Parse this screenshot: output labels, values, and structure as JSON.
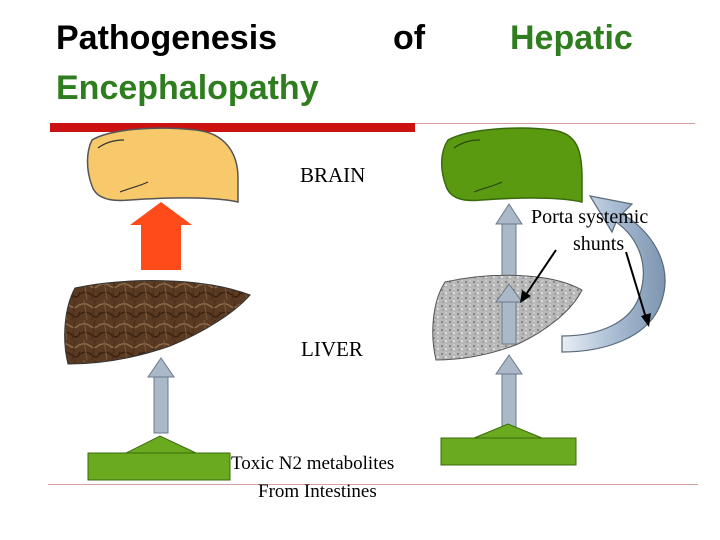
{
  "title": {
    "word1": "Pathogenesis",
    "word2": "of",
    "word3": "Hepatic",
    "word4": "Encephalopathy"
  },
  "labels": {
    "brain": "BRAIN",
    "liver": "LIVER",
    "shunt_line1": "Porta systemic",
    "shunt_line2": "shunts",
    "toxic_line1": "Toxic N2 metabolites",
    "toxic_line2": "From Intestines"
  },
  "colors": {
    "title_black": "#000000",
    "title_green": "#2e7d1e",
    "accent_red": "#cc1111",
    "brain_normal": "#f7c96b",
    "brain_affected": "#5a9a10",
    "liver_normal": "#5a3a22",
    "liver_cirrhotic": "#b8b8b8",
    "intestine_green": "#6aaa1e",
    "arrow_grey": "#aab8c8",
    "arrow_red": "#ff4a1a",
    "shunt_arrow": "#8fa6c0"
  }
}
